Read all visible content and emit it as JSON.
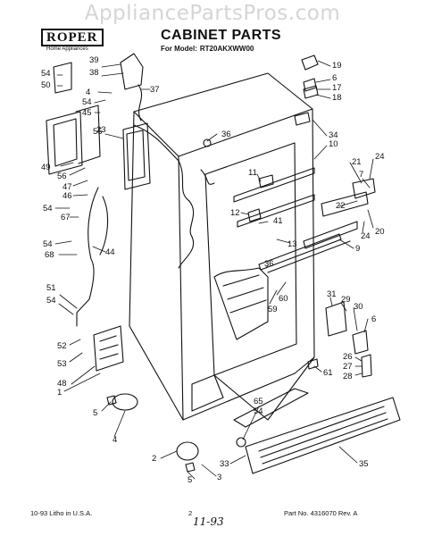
{
  "watermark": "AppliancePartsPros.com",
  "brand": {
    "name": "ROPER",
    "subtitle": "Home Appliances"
  },
  "title": "CABINET PARTS",
  "model": {
    "prefix": "For Model:",
    "number": "RT20AKXWW00"
  },
  "footer": {
    "left": "10-93 Litho in U.S.A.",
    "page": "2",
    "right": "Part No. 4316070 Rev. A"
  },
  "handwritten_note": "11-93",
  "callouts": [
    {
      "n": "39"
    },
    {
      "n": "38"
    },
    {
      "n": "54"
    },
    {
      "n": "50"
    },
    {
      "n": "4"
    },
    {
      "n": "37"
    },
    {
      "n": "54"
    },
    {
      "n": "45"
    },
    {
      "n": "55"
    },
    {
      "n": "23"
    },
    {
      "n": "49"
    },
    {
      "n": "56"
    },
    {
      "n": "47"
    },
    {
      "n": "46"
    },
    {
      "n": "54"
    },
    {
      "n": "67"
    },
    {
      "n": "54"
    },
    {
      "n": "68"
    },
    {
      "n": "44"
    },
    {
      "n": "51"
    },
    {
      "n": "54"
    },
    {
      "n": "52"
    },
    {
      "n": "53"
    },
    {
      "n": "48"
    },
    {
      "n": "1"
    },
    {
      "n": "5"
    },
    {
      "n": "4"
    },
    {
      "n": "2"
    },
    {
      "n": "5"
    },
    {
      "n": "3"
    },
    {
      "n": "33"
    },
    {
      "n": "35"
    },
    {
      "n": "65"
    },
    {
      "n": "54"
    },
    {
      "n": "36"
    },
    {
      "n": "11"
    },
    {
      "n": "12"
    },
    {
      "n": "41"
    },
    {
      "n": "13"
    },
    {
      "n": "36"
    },
    {
      "n": "60"
    },
    {
      "n": "59"
    },
    {
      "n": "19"
    },
    {
      "n": "6"
    },
    {
      "n": "17"
    },
    {
      "n": "18"
    },
    {
      "n": "34"
    },
    {
      "n": "10"
    },
    {
      "n": "21"
    },
    {
      "n": "24"
    },
    {
      "n": "7"
    },
    {
      "n": "22"
    },
    {
      "n": "24"
    },
    {
      "n": "20"
    },
    {
      "n": "9"
    },
    {
      "n": "31"
    },
    {
      "n": "29"
    },
    {
      "n": "30"
    },
    {
      "n": "6"
    },
    {
      "n": "26"
    },
    {
      "n": "27"
    },
    {
      "n": "28"
    },
    {
      "n": "61"
    }
  ]
}
